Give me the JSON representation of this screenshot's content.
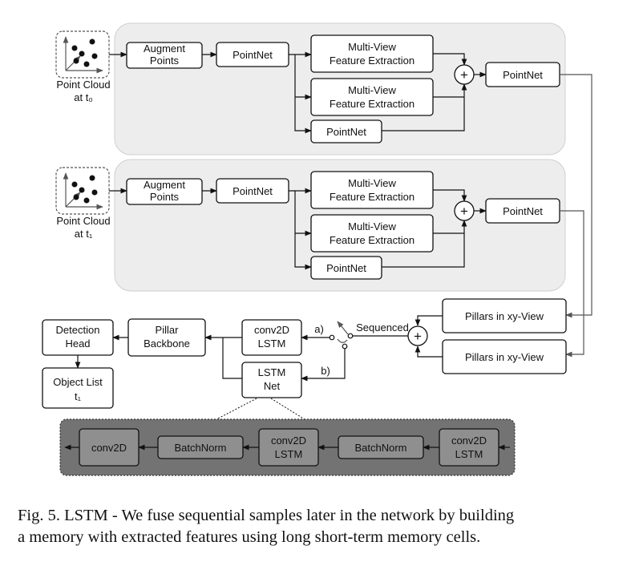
{
  "panel0": {
    "cloud_label": [
      "Point Cloud",
      "at t₀"
    ],
    "augment": [
      "Augment",
      "Points"
    ],
    "pointnet1": "PointNet",
    "mv1": [
      "Multi-View",
      "Feature Extraction"
    ],
    "mv2": [
      "Multi-View",
      "Feature Extraction"
    ],
    "pointnet2": "PointNet",
    "plus": "+",
    "pointnet_out": "PointNet"
  },
  "panel1": {
    "cloud_label": [
      "Point Cloud",
      "at t₁"
    ],
    "augment": [
      "Augment",
      "Points"
    ],
    "pointnet1": "PointNet",
    "mv1": [
      "Multi-View",
      "Feature Extraction"
    ],
    "mv2": [
      "Multi-View",
      "Feature Extraction"
    ],
    "pointnet2": "PointNet",
    "plus": "+",
    "pointnet_out": "PointNet"
  },
  "pillars": [
    "Pillars in xy-View",
    "Pillars in xy-View"
  ],
  "plus_merge": "+",
  "sequenced": "Sequenced",
  "switch_a": "a)",
  "switch_b": "b)",
  "conv2d_lstm": [
    "conv2D",
    "LSTM"
  ],
  "lstm_net": [
    "LSTM",
    "Net"
  ],
  "pillar_backbone": [
    "Pillar",
    "Backbone"
  ],
  "detection_head": [
    "Detection",
    "Head"
  ],
  "object_list": [
    "Object List",
    "t₁"
  ],
  "detail": {
    "blocks": [
      [
        "conv2D"
      ],
      [
        "BatchNorm"
      ],
      [
        "conv2D",
        "LSTM"
      ],
      [
        "BatchNorm"
      ],
      [
        "conv2D",
        "LSTM"
      ]
    ]
  },
  "caption": {
    "line1": "Fig. 5.  LSTM - We fuse sequential samples later in the network by building",
    "line2": "a memory with extracted features using long short-term memory cells."
  },
  "colors": {
    "panel": "#ededed",
    "detail_panel": "#737373",
    "detail_block": "#8f8f8f"
  }
}
